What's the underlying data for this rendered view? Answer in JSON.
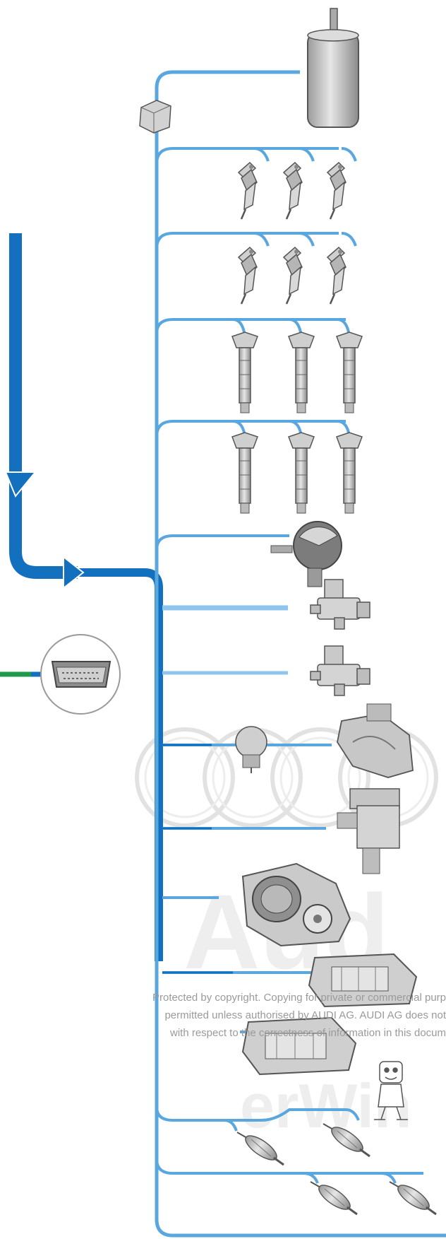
{
  "watermark": {
    "line1": "Protected by copyright. Copying for private or commercial purp",
    "line2": "permitted unless authorised by AUDI AG. AUDI AG does not",
    "line3": "with respect to the correctness of information in this docum",
    "brand": "Aud",
    "brand2": "erWin"
  },
  "colors": {
    "bus_dark": "#1270bf",
    "bus_light": "#5aa7e0",
    "bus_pale": "#8ec6ef",
    "part_fill": "#c8c8c8",
    "part_stroke": "#5a5a5a",
    "green": "#1f9a4a"
  },
  "icons": [
    "fuel-pump-icon",
    "relay-icon",
    "injector-icon",
    "ignition-coil-icon",
    "pressure-sensor-icon",
    "valve-icon",
    "throttle-body-icon",
    "control-module-icon",
    "lambda-probe-icon",
    "diagnostic-connector-icon"
  ]
}
